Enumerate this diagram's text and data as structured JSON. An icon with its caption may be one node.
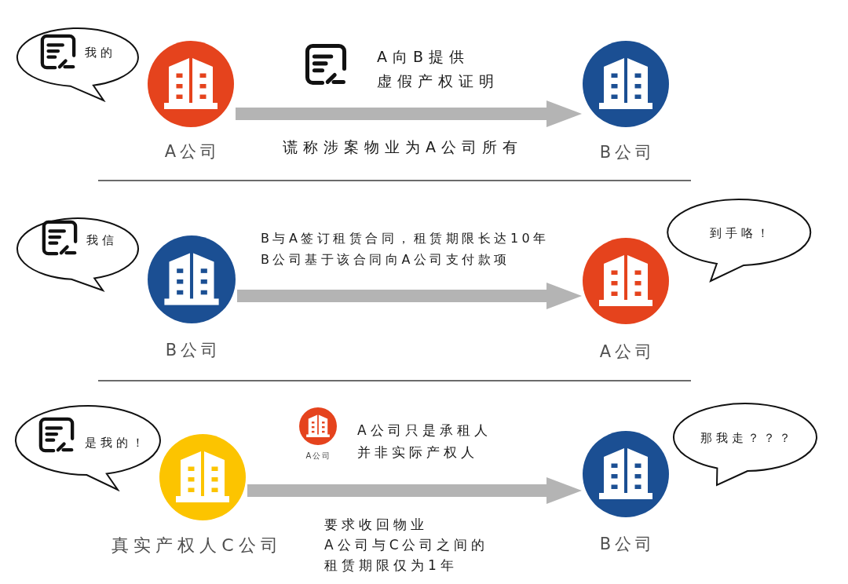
{
  "diagram": {
    "nodes": [
      {
        "text": [
          "我的"
        ]
      },
      {
        "text": [
          "A公司"
        ]
      },
      {
        "text": [
          "B公司"
        ]
      },
      {
        "text": [
          "我信"
        ]
      },
      {
        "text": [
          "B公司"
        ]
      },
      {
        "text": [
          "A公司"
        ]
      },
      {
        "text": [
          "到手咯！"
        ]
      },
      {
        "text": [
          "是我的！"
        ]
      },
      {
        "text": [
          "真实产权人C公司"
        ]
      },
      {
        "text": [
          "A公司"
        ]
      },
      {
        "text": [
          "B公司"
        ]
      },
      {
        "text": [
          "那我走？？？"
        ]
      }
    ],
    "edges": [
      {
        "from": 1,
        "to": 2,
        "arrow": "to",
        "label": "A向B提供虚假产权证明"
      },
      {
        "from": 4,
        "to": 5,
        "arrow": "to",
        "label": "B与A签订租赁合同，租赁期限长达10年B公司基于该合同向A公司支付款项"
      },
      {
        "from": 8,
        "to": 10,
        "arrow": "to",
        "label": "A公司只是承租人并非实际产权人"
      }
    ],
    "labels": [
      "谎称涉案物业为A公司所有",
      "要求收回物业",
      "A公司与C公司之间的租赁期限仅为1年"
    ]
  }
}
